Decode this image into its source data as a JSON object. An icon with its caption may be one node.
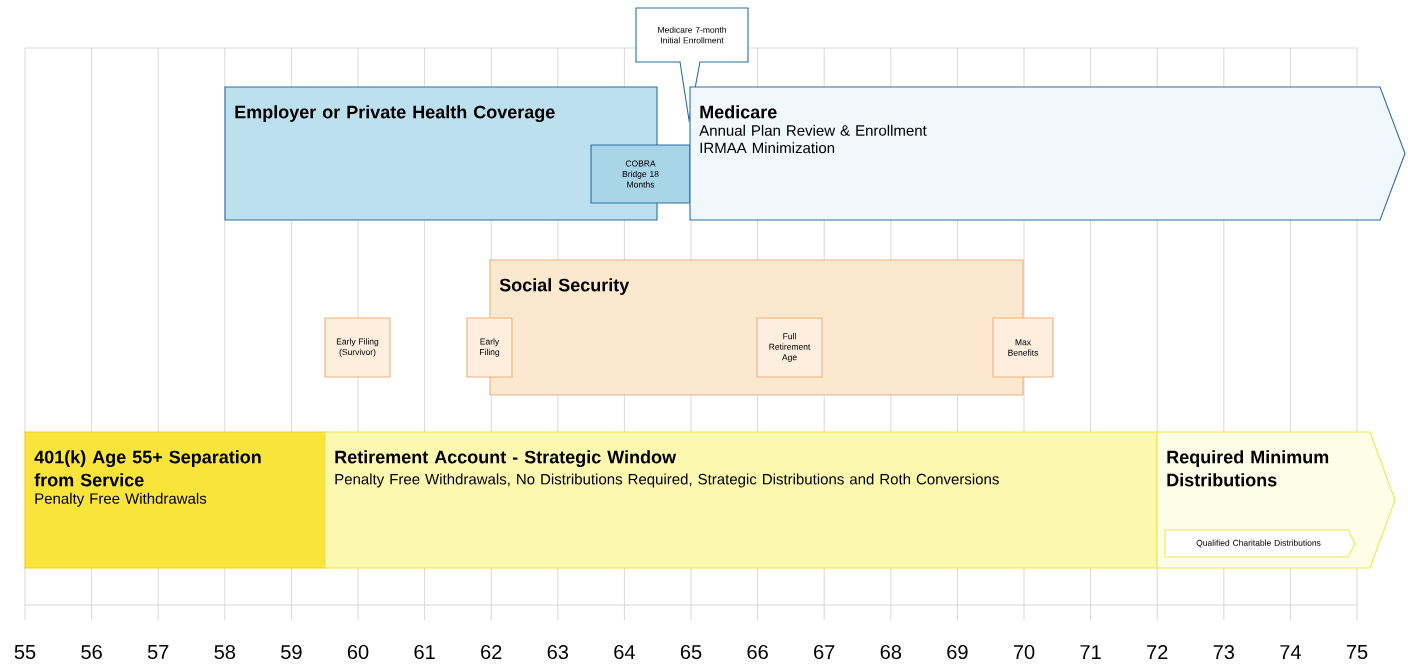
{
  "diagram": {
    "nodes": [
      {
        "text": [
          "Employer or Private Health Coverage"
        ]
      },
      {
        "text": [
          "COBRA Bridge 18 Months"
        ]
      },
      {
        "text": [
          "Medicare 7-month Initial Enrollment"
        ]
      },
      {
        "text": [
          "Medicare",
          "Annual Plan Review & Enrollment",
          "IRMAA Minimization"
        ]
      },
      {
        "text": [
          "Social Security"
        ]
      },
      {
        "text": [
          "Early Filing (Survivor)"
        ]
      },
      {
        "text": [
          "Early Filing"
        ]
      },
      {
        "text": [
          "Full Retirement Age"
        ],
        "in": 4
      },
      {
        "text": [
          "Max Benefits"
        ]
      },
      {
        "text": [
          "401(k) Age 55+ Separation from Service",
          "Penalty Free Withdrawals"
        ]
      },
      {
        "text": [
          "Retirement Account - Strategic Window",
          "Penalty Free Withdrawals, No Distributions Required, Strategic Distributions and Roth Conversions"
        ]
      },
      {
        "text": [
          "Required Minimum Distributions"
        ]
      },
      {
        "text": [
          "Qualified Charitable Distributions"
        ],
        "in": 11
      }
    ],
    "labels": [
      "55",
      "56",
      "57",
      "58",
      "59",
      "60",
      "61",
      "62",
      "63",
      "64",
      "65",
      "66",
      "67",
      "68",
      "69",
      "70",
      "71",
      "72",
      "73",
      "74",
      "75"
    ]
  }
}
